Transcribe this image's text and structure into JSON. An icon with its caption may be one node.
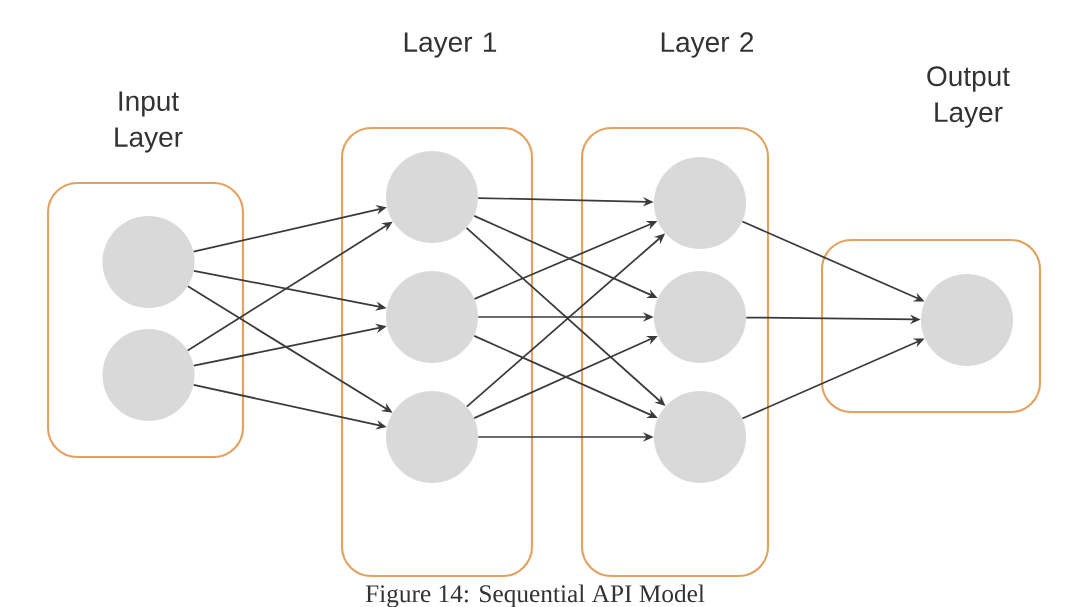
{
  "diagram": {
    "caption": "Figure  14: Sequential API Model",
    "nodes": [
      {
        "text": [
          "Input Layer"
        ]
      },
      {
        "text": [],
        "shape": "circle",
        "in": 0
      },
      {
        "text": [],
        "shape": "circle",
        "in": 0
      },
      {
        "text": [
          "Layer 1"
        ]
      },
      {
        "text": [],
        "shape": "circle",
        "in": 3
      },
      {
        "text": [],
        "shape": "circle",
        "in": 3
      },
      {
        "text": [],
        "shape": "circle",
        "in": 3
      },
      {
        "text": [
          "Layer 2"
        ]
      },
      {
        "text": [],
        "shape": "circle",
        "in": 7
      },
      {
        "text": [],
        "shape": "circle",
        "in": 7
      },
      {
        "text": [],
        "shape": "circle",
        "in": 7
      },
      {
        "text": [
          "Output Layer"
        ]
      },
      {
        "text": [],
        "shape": "circle",
        "in": 11
      }
    ],
    "edges": [
      {
        "from": 1,
        "to": 4,
        "arrow": "to"
      },
      {
        "from": 1,
        "to": 5,
        "arrow": "to"
      },
      {
        "from": 1,
        "to": 6,
        "arrow": "to"
      },
      {
        "from": 2,
        "to": 4,
        "arrow": "to"
      },
      {
        "from": 2,
        "to": 5,
        "arrow": "to"
      },
      {
        "from": 2,
        "to": 6,
        "arrow": "to"
      },
      {
        "from": 4,
        "to": 8,
        "arrow": "to"
      },
      {
        "from": 4,
        "to": 9,
        "arrow": "to"
      },
      {
        "from": 4,
        "to": 10,
        "arrow": "to"
      },
      {
        "from": 5,
        "to": 8,
        "arrow": "to"
      },
      {
        "from": 5,
        "to": 9,
        "arrow": "to"
      },
      {
        "from": 5,
        "to": 10,
        "arrow": "to"
      },
      {
        "from": 6,
        "to": 8,
        "arrow": "to"
      },
      {
        "from": 6,
        "to": 9,
        "arrow": "to"
      },
      {
        "from": 6,
        "to": 10,
        "arrow": "to"
      },
      {
        "from": 8,
        "to": 12,
        "arrow": "to"
      },
      {
        "from": 9,
        "to": 12,
        "arrow": "to"
      },
      {
        "from": 10,
        "to": 12,
        "arrow": "to"
      }
    ]
  }
}
